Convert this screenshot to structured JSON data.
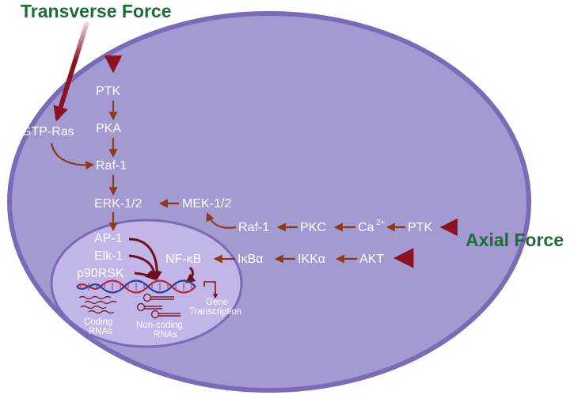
{
  "forces": {
    "transverse": "Transverse Force",
    "axial": "Axial Force"
  },
  "cytoplasm": {
    "ptk_top": "PTK",
    "pka": "PKA",
    "gtp_ras": "GTP-Ras",
    "raf1_top": "Raf-1",
    "erk": "ERK-1/2",
    "mek": "MEK-1/2",
    "raf1_right": "Raf-1",
    "pkc": "PKC",
    "ca": "Ca",
    "ca_sup": "2+",
    "ptk_right": "PTK",
    "ikb": "IκBα",
    "ikk": "IKKα",
    "akt": "AKT"
  },
  "nucleus": {
    "ap1": "AP-1",
    "elk1": "Elk-1",
    "p90rsk": "p90RSK",
    "nfkb": "NF-κB",
    "gene_line1": "Gene",
    "gene_line2": "Transcription",
    "coding_line1": "Coding",
    "coding_line2": "RNAs",
    "noncoding_line1": "Non-coding",
    "noncoding_line2": "RNAs"
  },
  "colors": {
    "cell_fill": "#a49ad2",
    "cell_stroke": "#7a6ab8",
    "nucleus_fill": "#c2b6e8",
    "arrow": "#8b3a1a",
    "force_arrow": "#8b1220",
    "force_label": "#1f6b3a"
  }
}
